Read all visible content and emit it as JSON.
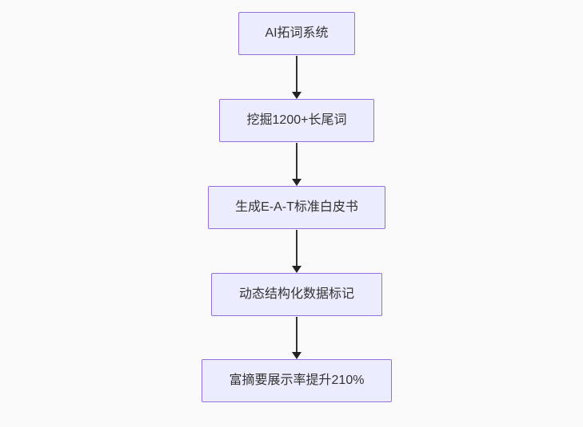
{
  "diagram": {
    "type": "flowchart",
    "direction": "top-down",
    "background_color": "#fafafa",
    "node_fill_color": "#ececff",
    "node_border_color": "#9370db",
    "node_text_color": "#333333",
    "arrow_color": "#333333",
    "nodes": [
      {
        "id": "A",
        "label": "AI拓词系统"
      },
      {
        "id": "B",
        "label": "挖掘1200+长尾词"
      },
      {
        "id": "C",
        "label": "生成E-A-T标准白皮书"
      },
      {
        "id": "D",
        "label": "动态结构化数据标记"
      },
      {
        "id": "E",
        "label": "富摘要展示率提升210%"
      }
    ],
    "edges": [
      {
        "from": "AI拓词系统",
        "to": "挖掘1200+长尾词"
      },
      {
        "from": "挖掘1200+长尾词",
        "to": "生成E-A-T标准白皮书"
      },
      {
        "from": "生成E-A-T标准白皮书",
        "to": "动态结构化数据标记"
      },
      {
        "from": "动态结构化数据标记",
        "to": "富摘要展示率提升210%"
      }
    ]
  }
}
